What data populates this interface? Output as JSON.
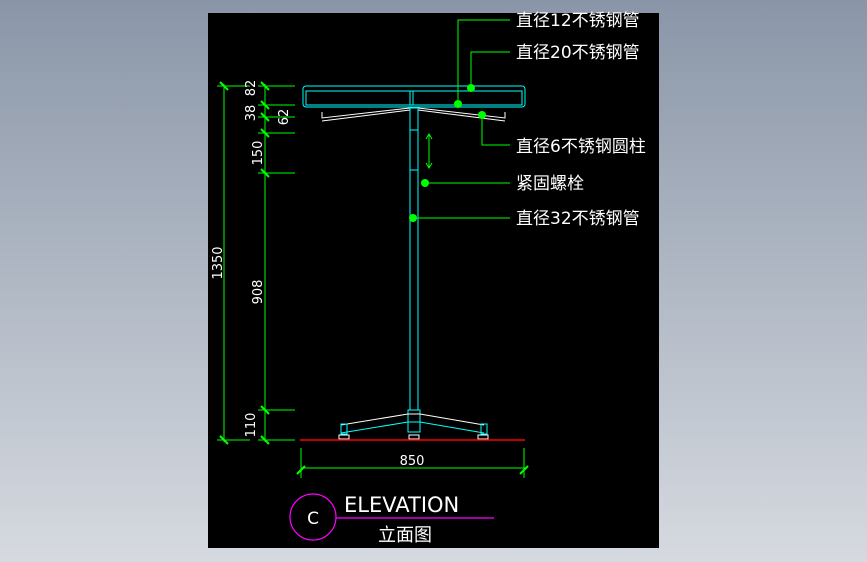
{
  "drawing": {
    "labels": [
      "直径12不锈钢管",
      "直径20不锈钢管",
      "直径6不锈钢圆柱",
      "紧固螺栓",
      "直径32不锈钢管"
    ],
    "dimensions": {
      "total_height": "1350",
      "top_a": "38",
      "top_b": "82",
      "top_c": "62",
      "upper": "150",
      "post": "908",
      "base": "110",
      "width": "850"
    },
    "title": {
      "marker": "C",
      "english": "ELEVATION",
      "chinese": "立面图"
    },
    "colors": {
      "background": "#000000",
      "dimension": "#00ff00",
      "object": "#00ffff",
      "floor": "#ff0000",
      "title_marker": "#ff00ff"
    }
  }
}
